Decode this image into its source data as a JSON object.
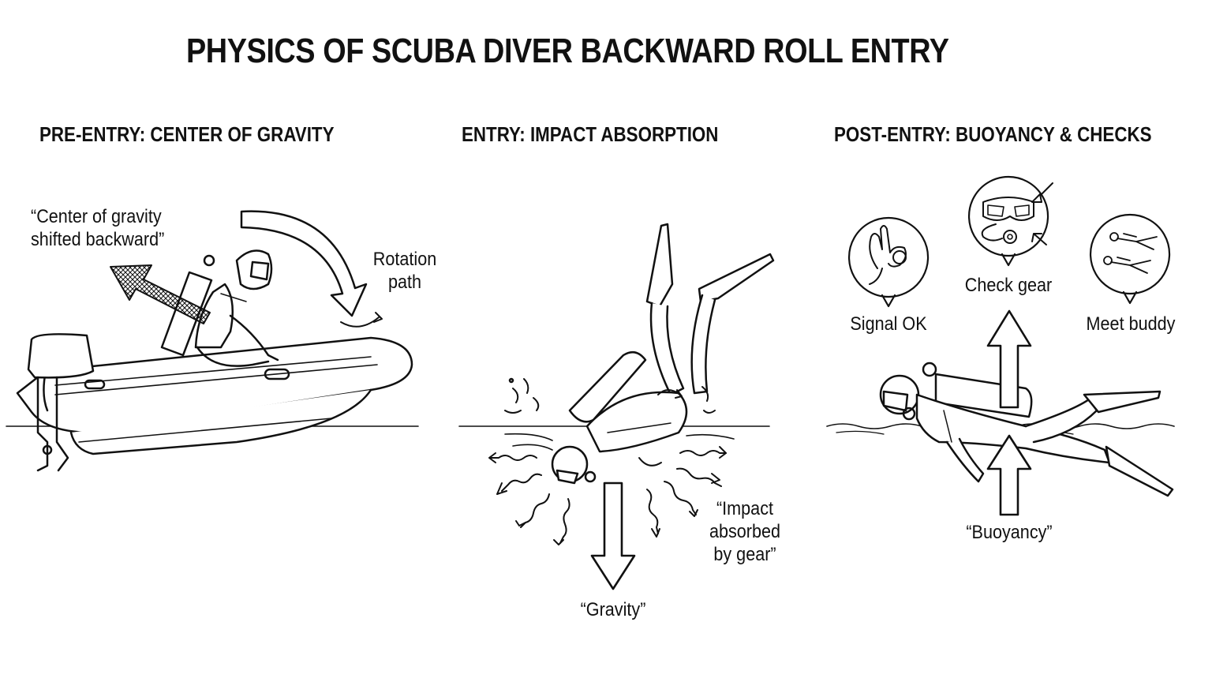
{
  "title": "PHYSICS OF SCUBA DIVER BACKWARD ROLL ENTRY",
  "panels": [
    {
      "heading": "PRE-ENTRY: CENTER OF GRAVITY",
      "labels": {
        "cog_line1": "“Center of gravity",
        "cog_line2": "shifted backward”",
        "rotation_line1": "Rotation",
        "rotation_line2": "path"
      }
    },
    {
      "heading": "ENTRY: IMPACT ABSORPTION",
      "labels": {
        "impact_line1": "“Impact",
        "impact_line2": "absorbed",
        "impact_line3": "by gear”",
        "gravity": "“Gravity”"
      }
    },
    {
      "heading": "POST-ENTRY: BUOYANCY & CHECKS",
      "labels": {
        "signal_ok": "Signal OK",
        "check_gear": "Check gear",
        "meet_buddy": "Meet buddy",
        "buoyancy": "“Buoyancy”"
      }
    }
  ],
  "icons": [
    "ok-hand-icon",
    "mask-regulator-icon",
    "buddy-divers-icon"
  ],
  "colors": {
    "ink": "#111111",
    "background": "#ffffff"
  }
}
